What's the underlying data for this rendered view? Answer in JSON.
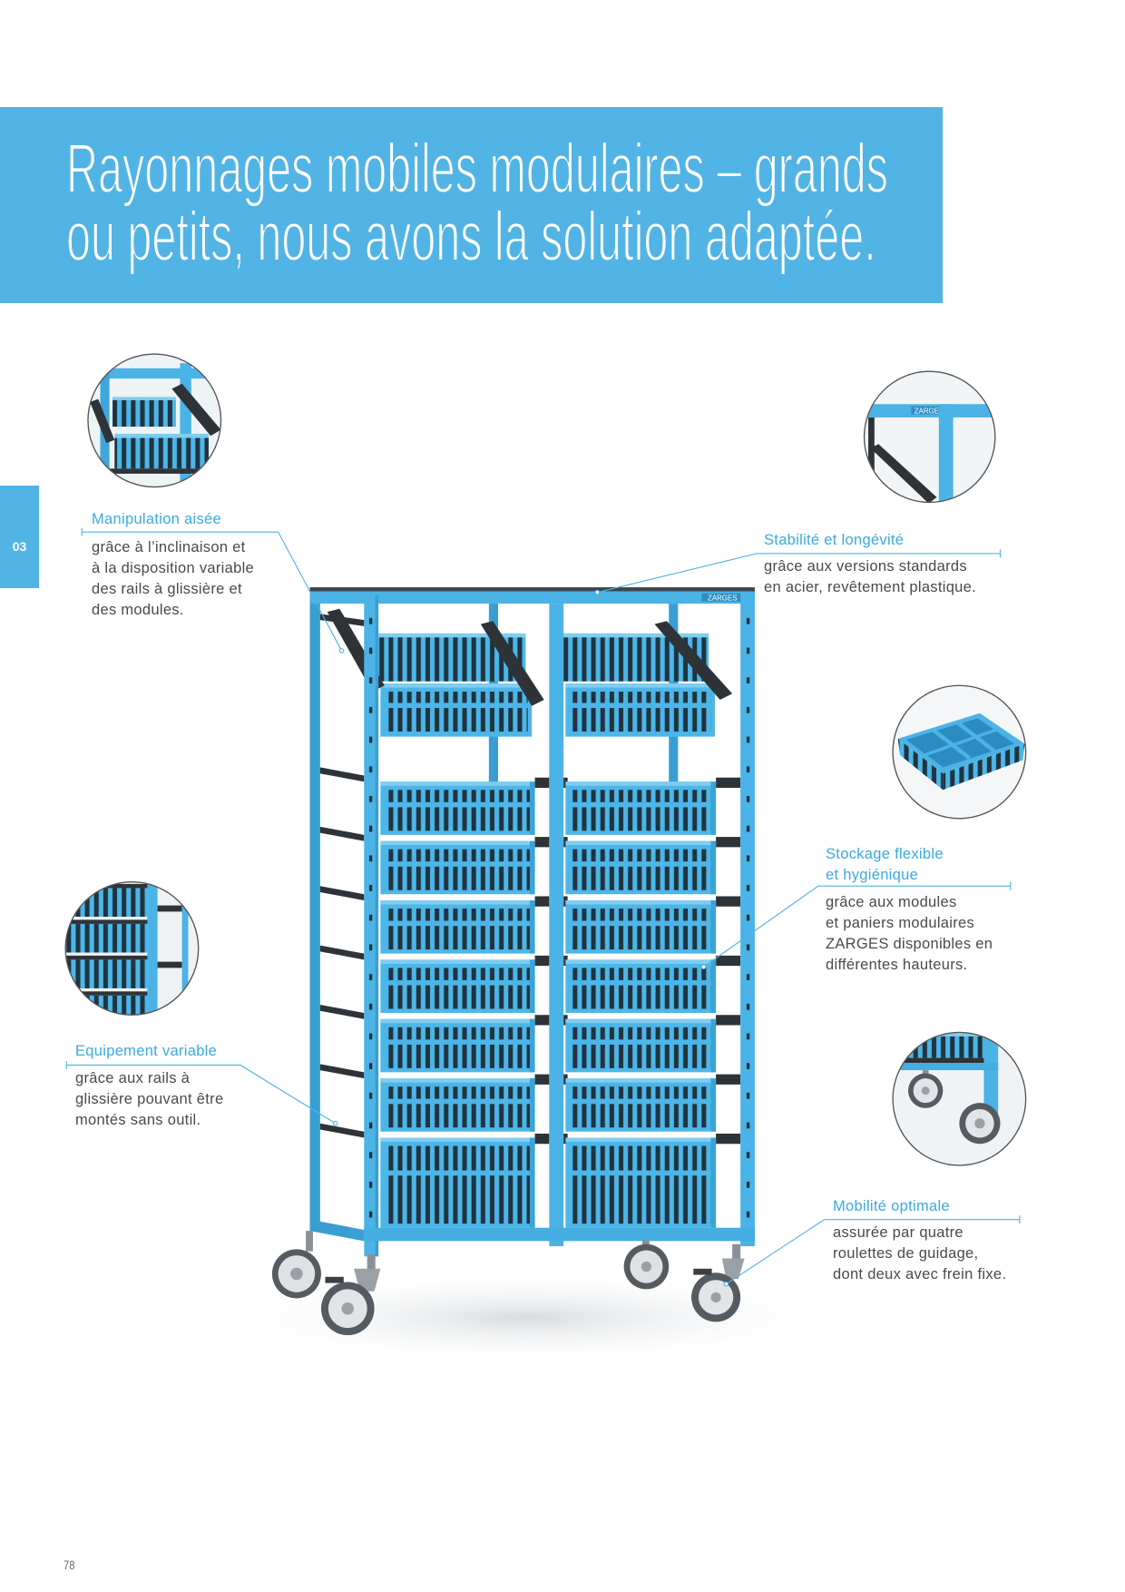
{
  "header": {
    "title_lines": [
      "Rayonnages mobiles modulaires – grands",
      "ou petits, nous avons la solution adaptée."
    ]
  },
  "section_tab": "03",
  "page_number": "78",
  "product": {
    "brand_label": "ZARGES"
  },
  "callouts": {
    "handling": {
      "title": [
        "Manipulation aisée"
      ],
      "body": [
        "grâce à l’inclinaison et",
        "à la disposition variable",
        "des rails à glissière et",
        "des modules."
      ]
    },
    "stability": {
      "title": [
        "Stabilité et longévité"
      ],
      "body": [
        "grâce aux versions standards",
        "en acier, revêtement plastique."
      ]
    },
    "storage": {
      "title": [
        "Stockage flexible",
        "et hygiénique"
      ],
      "body": [
        "grâce aux modules",
        "et paniers modulaires",
        "ZARGES disponibles en",
        "différentes hauteurs."
      ]
    },
    "equipment": {
      "title": [
        "Equipement variable"
      ],
      "body": [
        "grâce aux rails à",
        "glissière pouvant être",
        "montés sans outil."
      ]
    },
    "mobility": {
      "title": [
        "Mobilité optimale"
      ],
      "body": [
        "assurée par quatre",
        "roulettes de guidage,",
        "dont deux avec frein fixe."
      ]
    }
  },
  "colors": {
    "accent": "#52b4e5",
    "callout_title": "#3aaade",
    "body_text": "#4a4a4a",
    "rack_blue": "#4db6e8",
    "rail": "#2e3338"
  }
}
